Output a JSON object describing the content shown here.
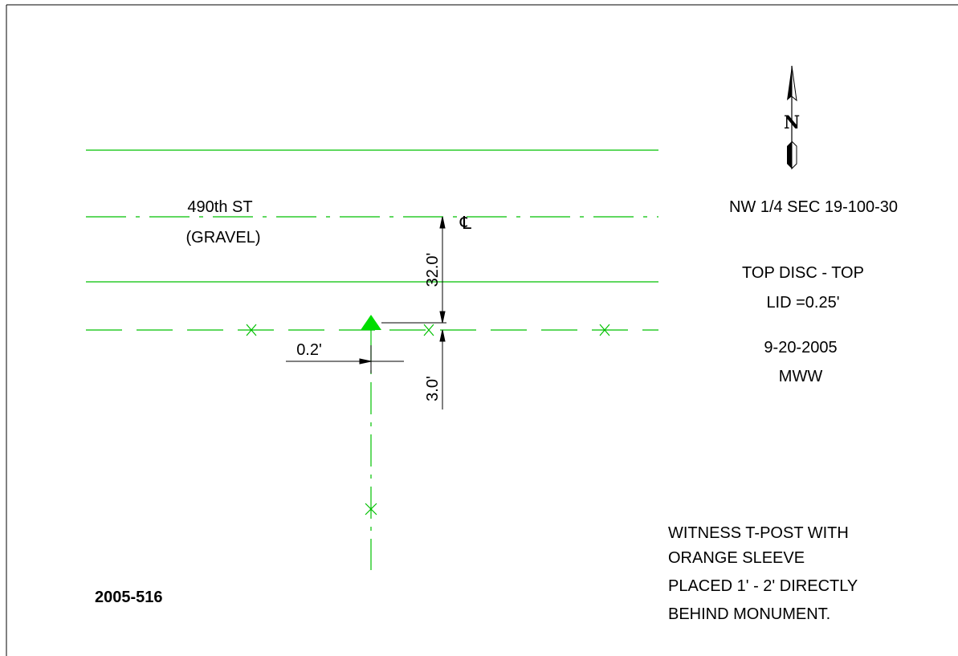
{
  "colors": {
    "line": "#00c000",
    "ink": "#000000",
    "monument": "#00dd00",
    "frame": "#000000"
  },
  "road": {
    "name": "490th ST",
    "surface": "(GRAVEL)",
    "centerline_symbol": "℄"
  },
  "dimensions": {
    "to_centerline": "32.0'",
    "offset_from_line": "3.0'",
    "offset_horizontal": "0.2'"
  },
  "notes": {
    "location": "NW 1/4 SEC 19-100-30",
    "measurement_line1": "TOP DISC - TOP",
    "measurement_line2": "LID =0.25'",
    "date": "9-20-2005",
    "initials": "MWW",
    "witness": [
      "WITNESS T-POST WITH",
      "ORANGE SLEEVE",
      "PLACED 1' - 2' DIRECTLY",
      "BEHIND MONUMENT."
    ]
  },
  "north_arrow": {
    "label": "N",
    "icon": "north-arrow-icon"
  },
  "drawing_number": "2005-516"
}
